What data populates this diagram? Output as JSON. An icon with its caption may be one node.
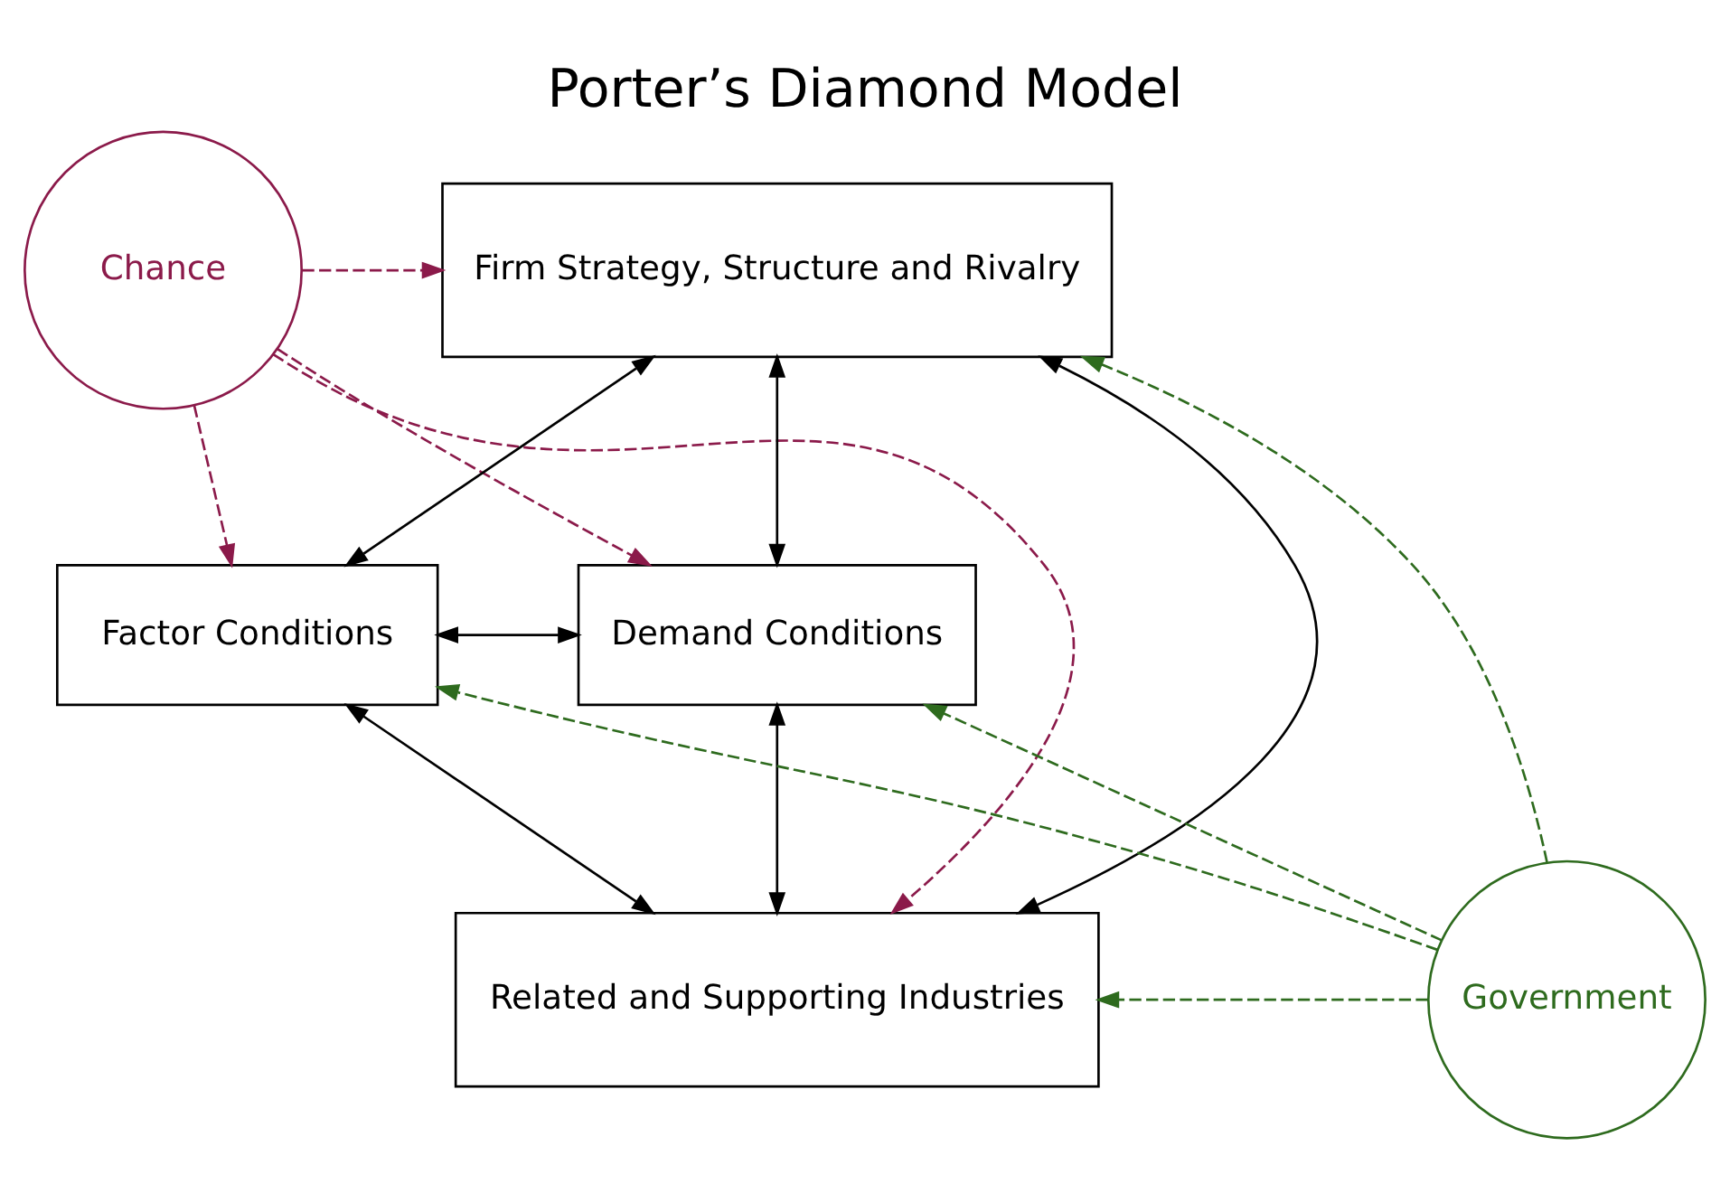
{
  "diagram": {
    "title": "Porter’s Diamond Model",
    "nodes": [
      {
        "text": [
          "Chance"
        ]
      },
      {
        "text": [
          "Firm Strategy, Structure and Rivalry"
        ]
      },
      {
        "text": [
          "Factor Conditions"
        ]
      },
      {
        "text": [
          "Demand Conditions"
        ]
      },
      {
        "text": [
          "Related and Supporting Industries"
        ]
      },
      {
        "text": [
          "Government"
        ]
      }
    ],
    "edges": [
      {
        "from": 0,
        "to": 1,
        "arrow": "to",
        "style": "dashed",
        "color": "#8b1a4a"
      },
      {
        "from": 0,
        "to": 2,
        "arrow": "to",
        "style": "dashed",
        "color": "#8b1a4a"
      },
      {
        "from": 0,
        "to": 3,
        "arrow": "to",
        "style": "dashed",
        "color": "#8b1a4a"
      },
      {
        "from": 0,
        "to": 4,
        "arrow": "to",
        "style": "dashed",
        "color": "#8b1a4a"
      },
      {
        "from": 1,
        "to": 2,
        "arrow": "both"
      },
      {
        "from": 1,
        "to": 3,
        "arrow": "both"
      },
      {
        "from": 1,
        "to": 4,
        "arrow": "both"
      },
      {
        "from": 2,
        "to": 3,
        "arrow": "both"
      },
      {
        "from": 2,
        "to": 4,
        "arrow": "both"
      },
      {
        "from": 3,
        "to": 4,
        "arrow": "both"
      },
      {
        "from": 5,
        "to": 1,
        "arrow": "to",
        "style": "dashed",
        "color": "#2e6b1e"
      },
      {
        "from": 5,
        "to": 2,
        "arrow": "to",
        "style": "dashed",
        "color": "#2e6b1e"
      },
      {
        "from": 5,
        "to": 3,
        "arrow": "to",
        "style": "dashed",
        "color": "#2e6b1e"
      },
      {
        "from": 5,
        "to": 4,
        "arrow": "to",
        "style": "dashed",
        "color": "#2e6b1e"
      }
    ]
  }
}
